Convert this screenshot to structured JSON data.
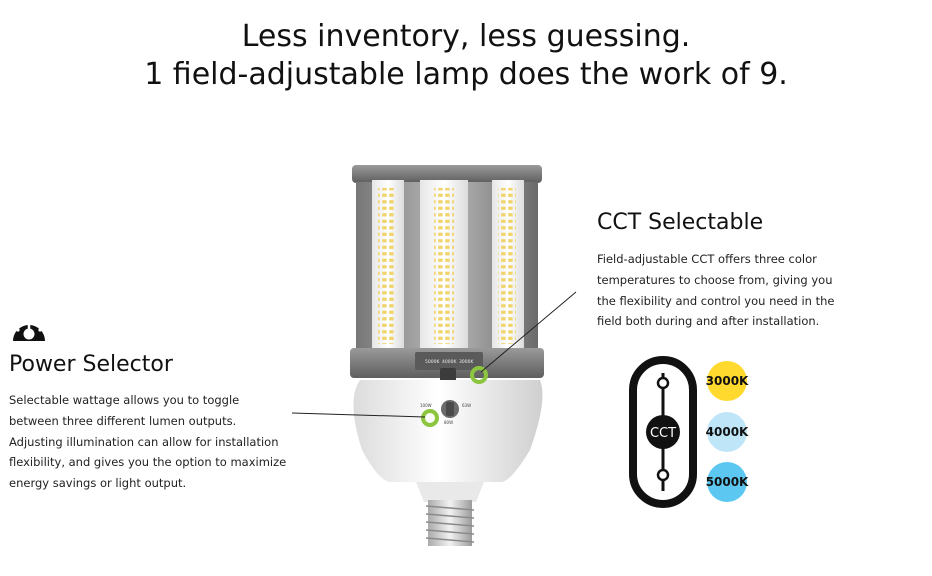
{
  "headline": {
    "line1": "Less inventory, less guessing.",
    "line2": "1 field-adjustable lamp does the work of 9."
  },
  "power_selector": {
    "icon": "gauge-icon",
    "title": "Power Selector",
    "description": "Selectable wattage allows you to toggle between three different lumen outputs. Adjusting illumination can allow for installation flexibility, and gives you the option to maximize energy savings or light output."
  },
  "cct_selectable": {
    "title": "CCT Selectable",
    "description": "Field-adjustable CCT offers three color temperatures to choose from, giving you the flexibility and control you need in the field both during and after installation.",
    "switch_label": "CCT",
    "options": [
      {
        "label": "3000K",
        "color": "#FFD92E"
      },
      {
        "label": "4000K",
        "color": "#BFE6F8"
      },
      {
        "label": "5000K",
        "color": "#5CC8F2"
      }
    ]
  },
  "lamp": {
    "cct_switch_labels": [
      "5000K",
      "4000K",
      "3000K"
    ],
    "wattage_labels": [
      "100W",
      "63W",
      "80W"
    ]
  },
  "colors": {
    "highlight": "#8CC63F",
    "text": "#111111"
  }
}
